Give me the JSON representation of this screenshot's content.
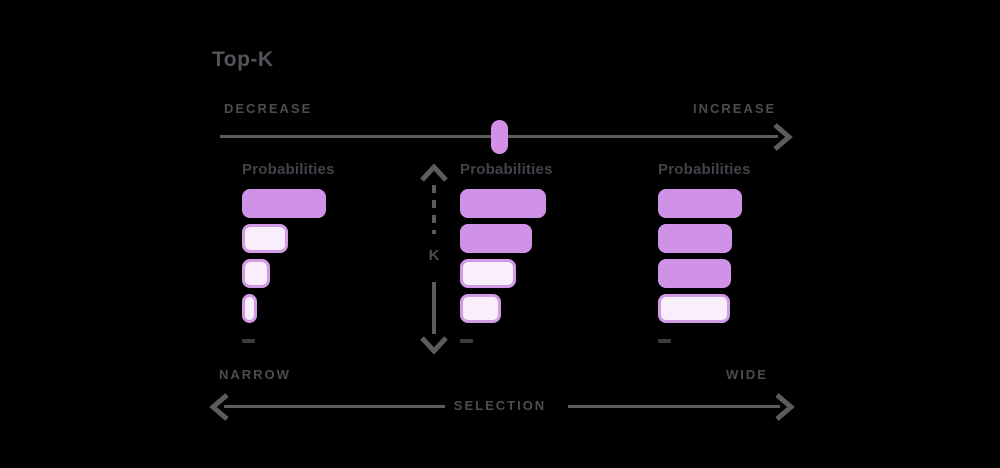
{
  "title": "Top-K",
  "slider": {
    "decrease_label": "DECREASE",
    "increase_label": "INCREASE"
  },
  "k_axis": {
    "label": "K"
  },
  "groups": [
    {
      "label": "Probabilities",
      "bars": [
        {
          "width": 84,
          "filled": true
        },
        {
          "width": 46,
          "filled": false
        },
        {
          "width": 28,
          "filled": false
        },
        {
          "width": 15,
          "filled": false
        }
      ]
    },
    {
      "label": "Probabilities",
      "bars": [
        {
          "width": 86,
          "filled": true
        },
        {
          "width": 72,
          "filled": true
        },
        {
          "width": 56,
          "filled": false
        },
        {
          "width": 41,
          "filled": false
        }
      ]
    },
    {
      "label": "Probabilities",
      "bars": [
        {
          "width": 84,
          "filled": true
        },
        {
          "width": 74,
          "filled": true
        },
        {
          "width": 73,
          "filled": true
        },
        {
          "width": 72,
          "filled": false
        }
      ]
    }
  ],
  "footer": {
    "narrow_label": "NARROW",
    "wide_label": "WIDE",
    "selection_label": "SELECTION"
  },
  "colors": {
    "background": "#000000",
    "bar_fill": "#d092e6",
    "bar_border": "#d09ae4",
    "bar_light_fill": "#f9eefc",
    "slider_handle": "#d48fe9",
    "line": "#5b5c60",
    "caps_text": "#4a4c50",
    "title_text": "#525459",
    "probabilities_text": "#404349",
    "tick": "#3a3c40"
  }
}
